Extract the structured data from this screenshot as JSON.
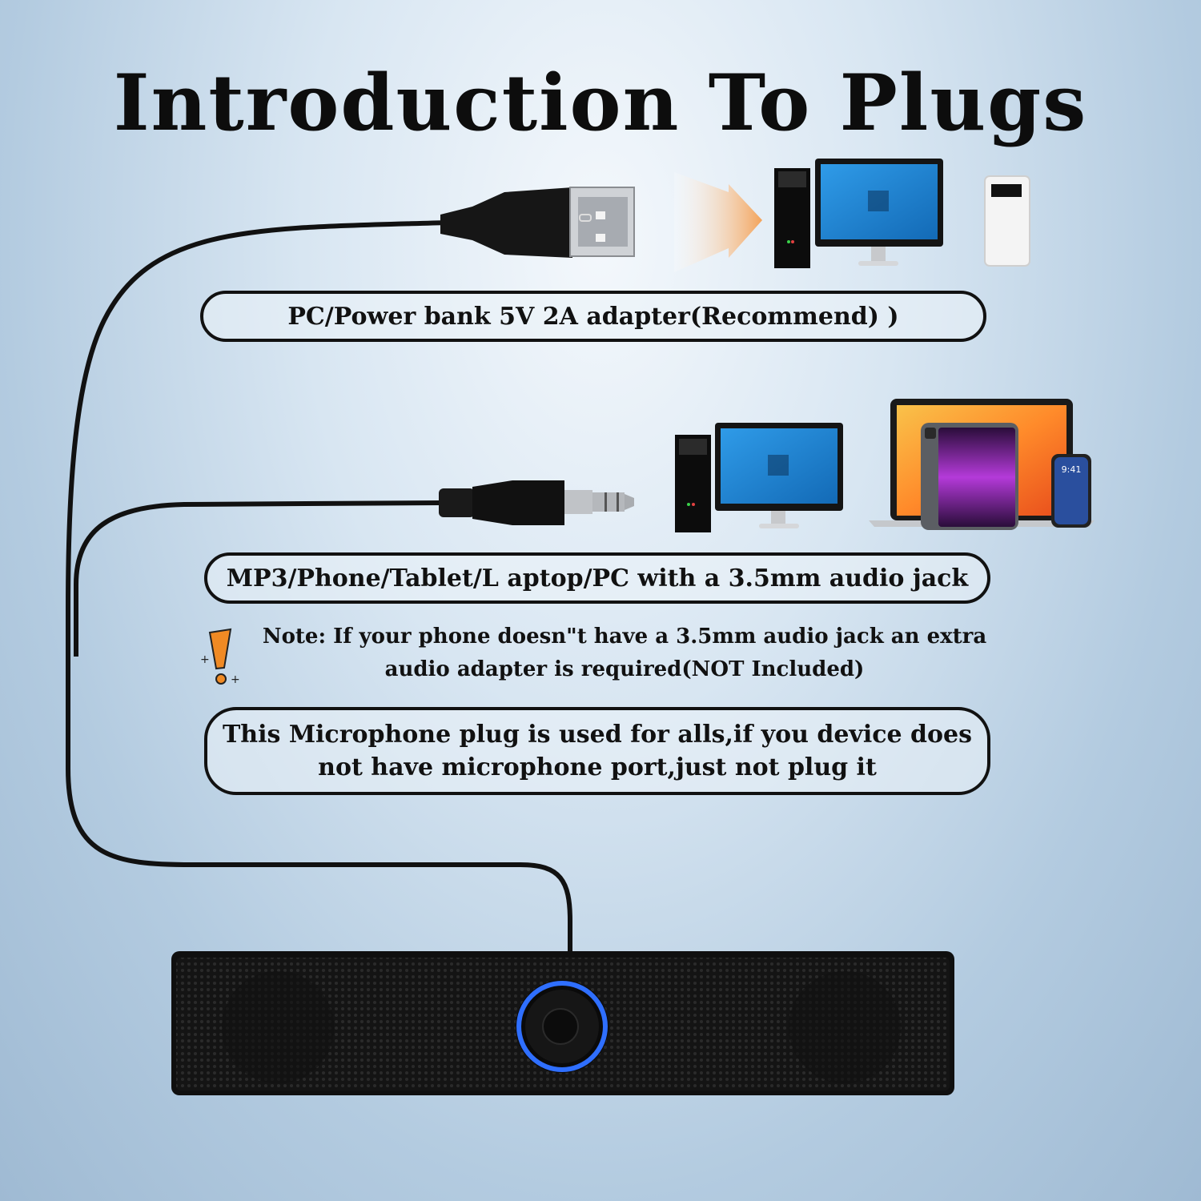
{
  "title": "Introduction To Plugs",
  "labels": {
    "usb": "PC/Power bank 5V 2A adapter(Recommend) )",
    "aux": "MP3/Phone/Tablet/L aptop/PC with a 3.5mm audio jack",
    "note_line1": "Note: If your phone doesn\"t have a 3.5mm audio jack an extra",
    "note_line2": "audio adapter is required(NOT Included)",
    "mic_line1": "This Microphone plug is used for alls,if you device does",
    "mic_line2": "not have microphone port,just not plug it"
  },
  "phone_time": "9:41",
  "icons": [
    "usb-plug-icon",
    "aux-plug-icon",
    "arrow-icon",
    "desktop-pc-icon",
    "monitor-icon",
    "power-bank-icon",
    "laptop-icon",
    "tablet-icon",
    "phone-icon",
    "warning-icon",
    "soundbar-icon"
  ],
  "colors": {
    "accent_ring": "#2f6fff",
    "warning": "#f08a24",
    "screen": "#1d7fd0"
  }
}
